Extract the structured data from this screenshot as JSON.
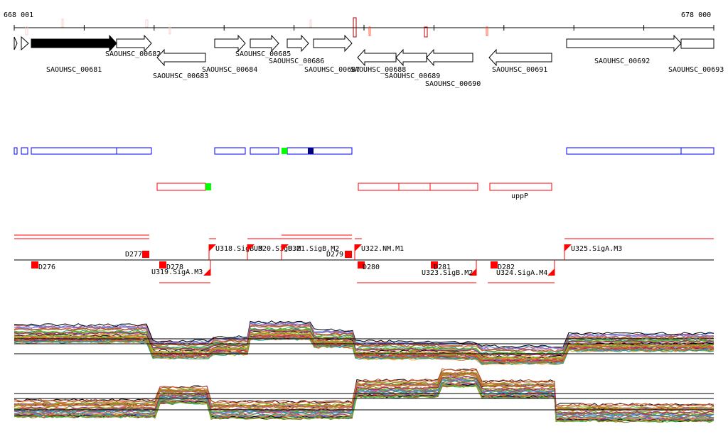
{
  "ruler": {
    "start_label": "668 001",
    "end_label": "678 000"
  },
  "genes": [
    {
      "label": "SAOUHSC_00681"
    },
    {
      "label": "SAOUHSC_00682"
    },
    {
      "label": "SAOUHSC_00683"
    },
    {
      "label": "SAOUHSC_00684"
    },
    {
      "label": "SAOUHSC_00685"
    },
    {
      "label": "SAOUHSC_00686"
    },
    {
      "label": "SAOUHSC_00687"
    },
    {
      "label": "SAOUHSC_00688"
    },
    {
      "label": "SAOUHSC_00689"
    },
    {
      "label": "SAOUHSC_00690"
    },
    {
      "label": "SAOUHSC_00691"
    },
    {
      "label": "SAOUHSC_00692"
    },
    {
      "label": "SAOUHSC_00693"
    }
  ],
  "operon_track": {
    "reverse_label": "uppP"
  },
  "promoters": [
    {
      "label": "D276"
    },
    {
      "label": "D277"
    },
    {
      "label": "D278"
    },
    {
      "label": "U319.SigA.M3"
    },
    {
      "label": "U318.SigB.M"
    },
    {
      "label": "U320.SigB.M"
    },
    {
      "label": "U321.SigB.M2"
    },
    {
      "label": "D279"
    },
    {
      "label": "U322.NM.M1"
    },
    {
      "label": "D280"
    },
    {
      "label": "D281"
    },
    {
      "label": "U323.SigB.M2"
    },
    {
      "label": "D282"
    },
    {
      "label": "U324.SigA.M4"
    },
    {
      "label": "U325.SigA.M3"
    }
  ],
  "colors": {
    "forward": "#0000ff",
    "reverse": "#ff0000",
    "highlight": "#00ff00",
    "navy": "#000080",
    "promoter": "#ff0000"
  }
}
